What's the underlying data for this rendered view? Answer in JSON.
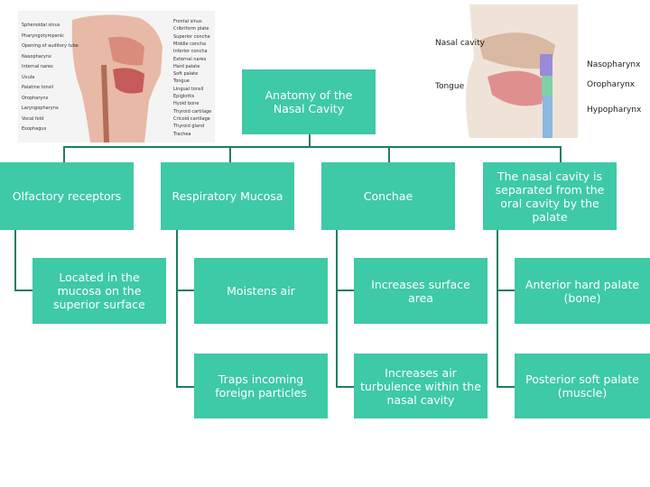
{
  "root": {
    "label": "Anatomy of the Nasal Cavity"
  },
  "columns": [
    {
      "header": "Olfactory receptors",
      "children": [
        "Located in the mucosa on the superior surface"
      ]
    },
    {
      "header": "Respiratory Mucosa",
      "children": [
        "Moistens air",
        "Traps incoming foreign particles"
      ]
    },
    {
      "header": "Conchae",
      "children": [
        "Increases surface area",
        "Increases air turbulence within the nasal cavity"
      ]
    },
    {
      "header": "The nasal cavity is separated from the oral cavity by the palate",
      "children": [
        "Anterior hard palate (bone)",
        "Posterior soft palate (muscle)"
      ]
    }
  ],
  "figure_left": {
    "labels_left": [
      "Sphenoidal sinus",
      "Pharyngotympanic",
      "Opening of auditory tube",
      "Nasopharynx",
      "Internal nares",
      "Uvula",
      "Palatine tonsil",
      "Oropharynx",
      "Laryngopharynx",
      "Vocal fold",
      "Esophagus"
    ],
    "labels_right": [
      "Frontal sinus",
      "Cribriform plate",
      "Superior concha",
      "Middle concha",
      "Inferior concha",
      "External nares",
      "Hard palate",
      "Soft palate",
      "Tongue",
      "Lingual tonsil",
      "Epiglottis",
      "Hyoid bone",
      "Thyroid cartilage",
      "Cricoid cartilage",
      "Thyroid gland",
      "Trachea"
    ]
  },
  "figure_right": {
    "labels": [
      "Nasal cavity",
      "Nasopharynx",
      "Oropharynx",
      "Tongue",
      "Hypopharynx"
    ]
  },
  "colors": {
    "box": "#3ec9a7",
    "connector": "#1d7d67"
  }
}
